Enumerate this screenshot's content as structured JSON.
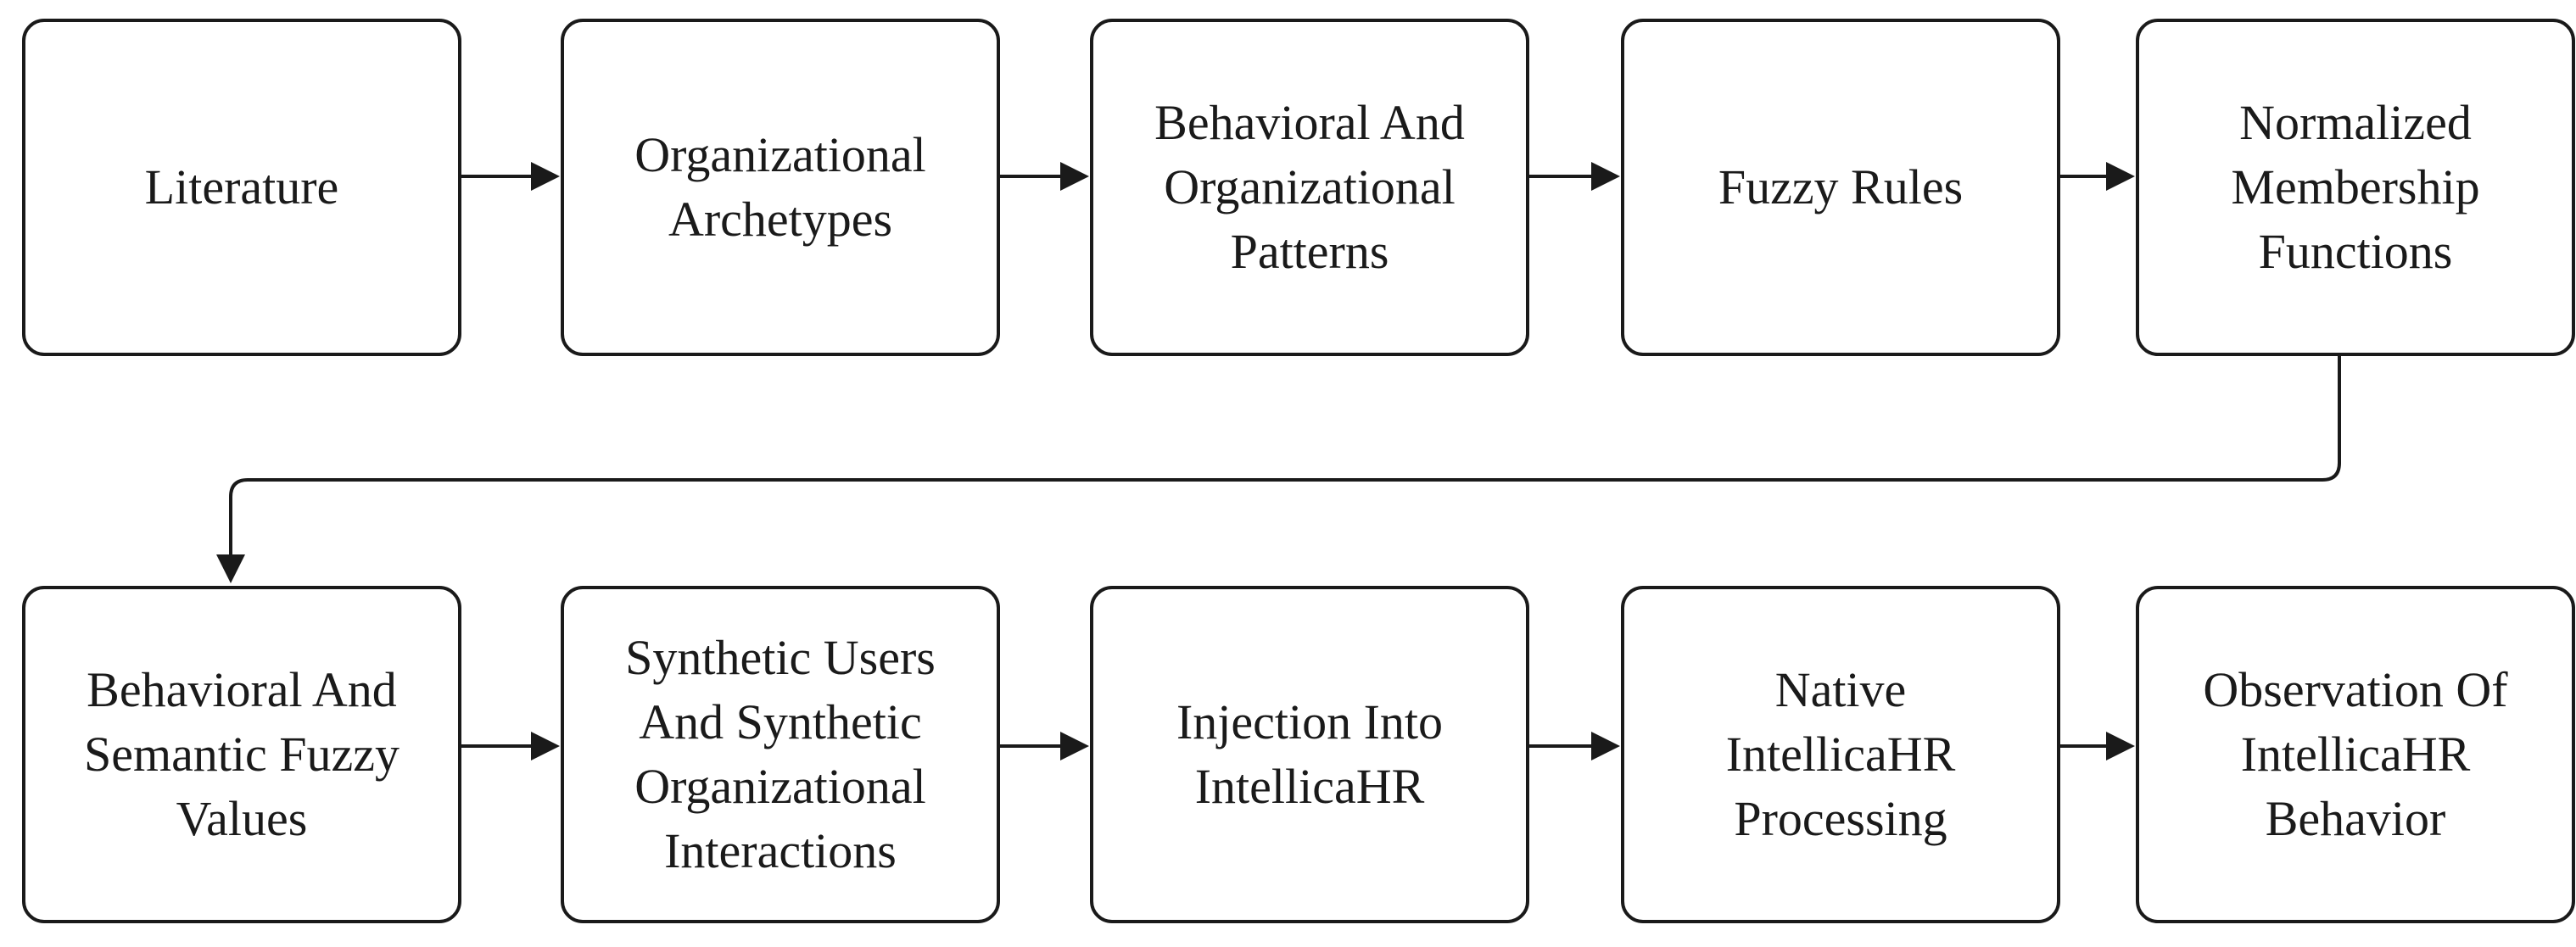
{
  "nodes": [
    {
      "id": "literature",
      "label": "Literature"
    },
    {
      "id": "organizational-archetypes",
      "label": "Organizational\nArchetypes"
    },
    {
      "id": "behavioral-organizational-patterns",
      "label": "Behavioral And\nOrganizational\nPatterns"
    },
    {
      "id": "fuzzy-rules",
      "label": "Fuzzy Rules"
    },
    {
      "id": "normalized-membership-functions",
      "label": "Normalized\nMembership\nFunctions"
    },
    {
      "id": "behavioral-semantic-fuzzy-values",
      "label": "Behavioral And\nSemantic Fuzzy\nValues"
    },
    {
      "id": "synthetic-users-interactions",
      "label": "Synthetic Users\nAnd Synthetic\nOrganizational\nInteractions"
    },
    {
      "id": "injection-into-intellicahr",
      "label": "Injection Into\nIntellicaHR"
    },
    {
      "id": "native-intellicahr-processing",
      "label": "Native\nIntellicaHR\nProcessing"
    },
    {
      "id": "observation-intellicahr-behavior",
      "label": "Observation Of\nIntellicaHR\nBehavior"
    }
  ],
  "edges": [
    {
      "from": "literature",
      "to": "organizational-archetypes"
    },
    {
      "from": "organizational-archetypes",
      "to": "behavioral-organizational-patterns"
    },
    {
      "from": "behavioral-organizational-patterns",
      "to": "fuzzy-rules"
    },
    {
      "from": "fuzzy-rules",
      "to": "normalized-membership-functions"
    },
    {
      "from": "normalized-membership-functions",
      "to": "behavioral-semantic-fuzzy-values"
    },
    {
      "from": "behavioral-semantic-fuzzy-values",
      "to": "synthetic-users-interactions"
    },
    {
      "from": "synthetic-users-interactions",
      "to": "injection-into-intellicahr"
    },
    {
      "from": "injection-into-intellicahr",
      "to": "native-intellicahr-processing"
    },
    {
      "from": "native-intellicahr-processing",
      "to": "observation-intellicahr-behavior"
    }
  ],
  "colors": {
    "stroke": "#1a1a1a",
    "background": "#ffffff",
    "text": "#1a1a1a"
  }
}
